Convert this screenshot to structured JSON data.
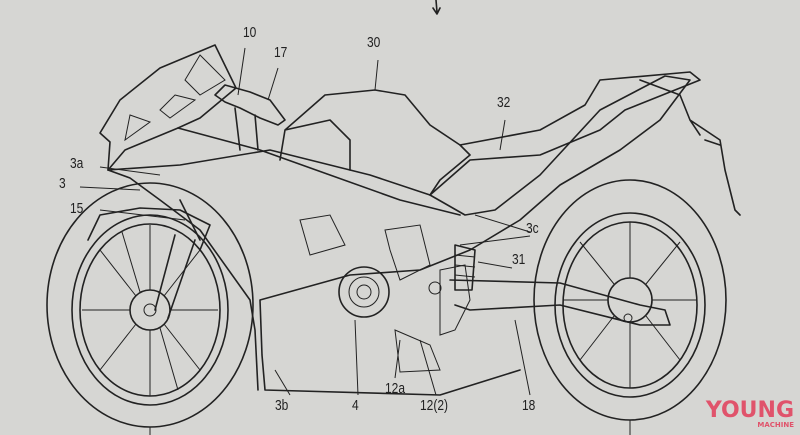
{
  "figure": {
    "labels": {
      "l10": "10",
      "l17": "17",
      "l30": "30",
      "l32": "32",
      "l3a": "3a",
      "l3": "3",
      "l15": "15",
      "l3c": "3c",
      "l31": "31",
      "l3b": "3b",
      "l4": "4",
      "l12a": "12a",
      "l12": "12(2)",
      "l18": "18"
    }
  },
  "watermark": {
    "brand": "YOUNG",
    "sub": "MACHINE",
    "color": "#e0536b"
  }
}
